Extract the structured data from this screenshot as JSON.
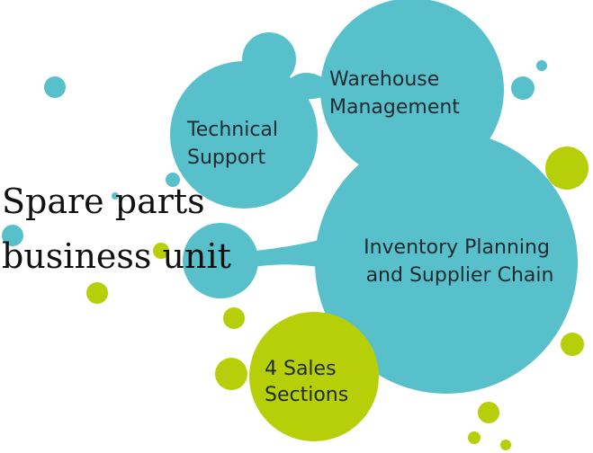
{
  "title": {
    "line1": "Spare parts",
    "line2": "business unit"
  },
  "nodes": {
    "warehouse": {
      "line1": "Warehouse",
      "line2": "Management"
    },
    "technical": {
      "line1": "Technical",
      "line2": "Support"
    },
    "inventory": {
      "line1": "Inventory Planning",
      "line2": "and Supplier Chain"
    },
    "sales": {
      "line1": "4 Sales",
      "line2": "Sections"
    }
  },
  "colors": {
    "teal": "#57c0cb",
    "lime": "#b7cf09",
    "text": "#1f2a30"
  }
}
